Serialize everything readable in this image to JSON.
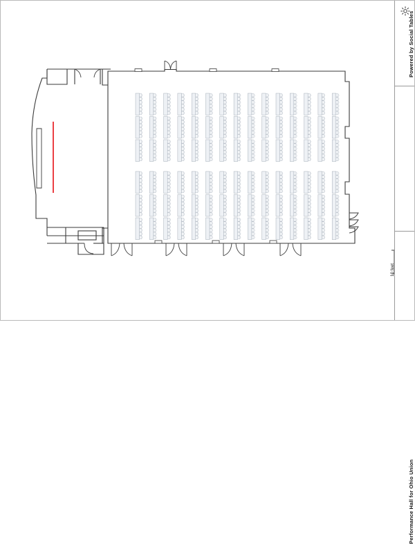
{
  "document": {
    "title": "Performance Hall for Ohio Union",
    "branding_text": "Powered by Social Tables",
    "branding_icon": "sun-icon",
    "scale_label": "10 feet",
    "background_color": "#ffffff",
    "border_color": "#b9b9b9"
  },
  "floorplan": {
    "name": "Performance Hall floor plan",
    "wall_color": "#3a3a3a",
    "stage_marker_color": "#e8282d",
    "furniture_fill": "#f2f4f7",
    "furniture_stroke": "#9aa4b0",
    "stage": {
      "name": "stage-area",
      "marker_name": "stage-line-marker",
      "marker_color": "#e8282d"
    },
    "seating": {
      "layout": "rows",
      "blocks": [
        {
          "name": "upper-seating-block",
          "columns": 15,
          "tables_per_column": 3,
          "chairs_per_table": 3,
          "total_chairs": 135
        },
        {
          "name": "lower-seating-block",
          "columns": 15,
          "tables_per_column": 3,
          "chairs_per_table": 3,
          "total_chairs": 135
        }
      ],
      "total_columns": 30,
      "total_chairs": 270
    },
    "doors": {
      "top_wall_double_doors": 1,
      "bottom_wall_double_doors": 4,
      "right_wall_single_doors": 3,
      "stage_left_door": 1,
      "stage_top_double_door": 1
    },
    "wall_fixtures": {
      "top_wall": 3,
      "bottom_wall": 3
    }
  }
}
